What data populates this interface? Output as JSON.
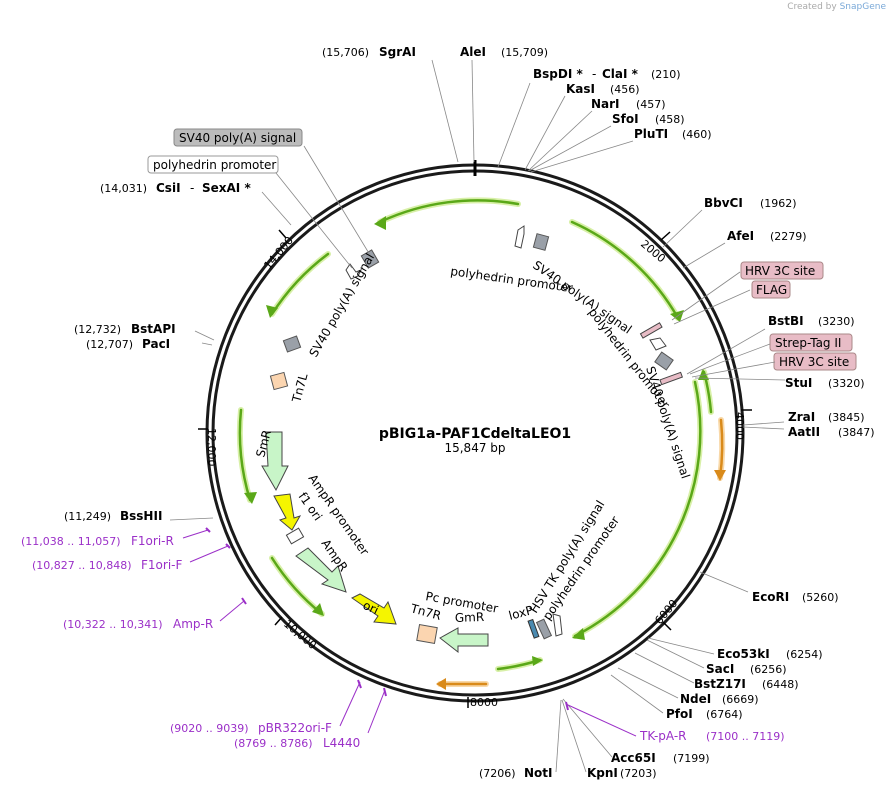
{
  "credit": {
    "prefix": "Created by",
    "brand": "SnapGene"
  },
  "plasmid": {
    "name": "pBIG1a-PAF1CdeltaLEO1",
    "length_label": "15,847 bp"
  },
  "ticks": {
    "t2000": "2000",
    "t4000": "4000",
    "t6000": "6000",
    "t8000": "8000",
    "t10000": "10,000",
    "t12000": "12,000",
    "t14000": "14,000"
  },
  "sites": {
    "sgrai": {
      "name": "SgrAI",
      "pos": "(15,706)"
    },
    "alei": {
      "name": "AleI",
      "pos": "(15,709)"
    },
    "bspdi": {
      "name": "BspDI *",
      "sep": "-",
      "name2": "ClaI *",
      "pos": "(210)"
    },
    "kasi": {
      "name": "KasI",
      "pos": "(456)"
    },
    "nari": {
      "name": "NarI",
      "pos": "(457)"
    },
    "sfoi": {
      "name": "SfoI",
      "pos": "(458)"
    },
    "pluti": {
      "name": "PluTI",
      "pos": "(460)"
    },
    "bbvci": {
      "name": "BbvCI",
      "pos": "(1962)"
    },
    "afei": {
      "name": "AfeI",
      "pos": "(2279)"
    },
    "bstbi": {
      "name": "BstBI",
      "pos": "(3230)"
    },
    "stui": {
      "name": "StuI",
      "pos": "(3320)"
    },
    "zrai": {
      "name": "ZraI",
      "pos": "(3845)"
    },
    "aatii": {
      "name": "AatII",
      "pos": "(3847)"
    },
    "ecori": {
      "name": "EcoRI",
      "pos": "(5260)"
    },
    "eco53ki": {
      "name": "Eco53kI",
      "pos": "(6254)"
    },
    "saci": {
      "name": "SacI",
      "pos": "(6256)"
    },
    "bstz17i": {
      "name": "BstZ17I",
      "pos": "(6448)"
    },
    "ndei": {
      "name": "NdeI",
      "pos": "(6669)"
    },
    "pfoi": {
      "name": "PfoI",
      "pos": "(6764)"
    },
    "acc65i": {
      "name": "Acc65I",
      "pos": "(7199)"
    },
    "kpni": {
      "name": "KpnI",
      "pos": "(7203)"
    },
    "noti": {
      "name": "NotI",
      "pos": "(7206)"
    },
    "bsshii": {
      "name": "BssHII",
      "pos": "(11,249)"
    },
    "paci": {
      "name": "PacI",
      "pos": "(12,707)"
    },
    "bstapi": {
      "name": "BstAPI",
      "pos": "(12,732)"
    },
    "csii": {
      "name": "CsiI",
      "sep": "-",
      "name2": "SexAI *",
      "pos": "(14,031)"
    }
  },
  "primers": {
    "tkpar": {
      "name": "TK-pA-R",
      "pos": "(7100 .. 7119)"
    },
    "pbr322": {
      "name": "pBR322ori-F",
      "pos": "(9020 .. 9039)"
    },
    "l4440": {
      "name": "L4440",
      "pos": "(8769 .. 8786)"
    },
    "ampr": {
      "name": "Amp-R",
      "pos": "(10,322 .. 10,341)"
    },
    "f1orif": {
      "name": "F1ori-F",
      "pos": "(10,827 .. 10,848)"
    },
    "f1orir": {
      "name": "F1ori-R",
      "pos": "(11,038 .. 11,057)"
    }
  },
  "boxed_labels": {
    "sv40_top": "SV40 poly(A) signal",
    "polyhedrin_top": "polyhedrin promoter",
    "hrv1": "HRV 3C site",
    "flag": "FLAG",
    "strep": "Strep-Tag II",
    "hrv2": "HRV 3C site"
  },
  "features": {
    "sv40_left": "SV40 poly(A) signal",
    "tn7l": "Tn7L",
    "polyhedrin_right1": "polyhedrin promoter",
    "sv40_right1": "SV40 poly(A) signal",
    "polyhedrin_right2": "polyhedrin promoter",
    "sv40_right2": "SV40 poly(A) signal",
    "smr": "SmR",
    "ampr_promoter": "AmpR promoter",
    "f1ori": "f1 ori",
    "ampr": "AmpR",
    "ori": "ori",
    "pc_promoter": "Pc promoter",
    "tn7r": "Tn7R",
    "gmr": "GmR",
    "loxp": "loxP",
    "hsv_tk": "HSV TK poly(A) signal",
    "polyhedrin_bottom": "polyhedrin promoter"
  },
  "colors": {
    "backbone": "#1a1a1a",
    "orf_green": "#6fbf1f",
    "orf_glow": "#d8f0a8",
    "orange": "#d98a1a",
    "primer": "#9b30c8",
    "smr_fill": "#c8f5c8",
    "ori_fill": "#f5f500",
    "tn7_fill": "#fbd5b0",
    "terminator": "#9aa0a8",
    "tag_fill": "#e8bcc6"
  }
}
